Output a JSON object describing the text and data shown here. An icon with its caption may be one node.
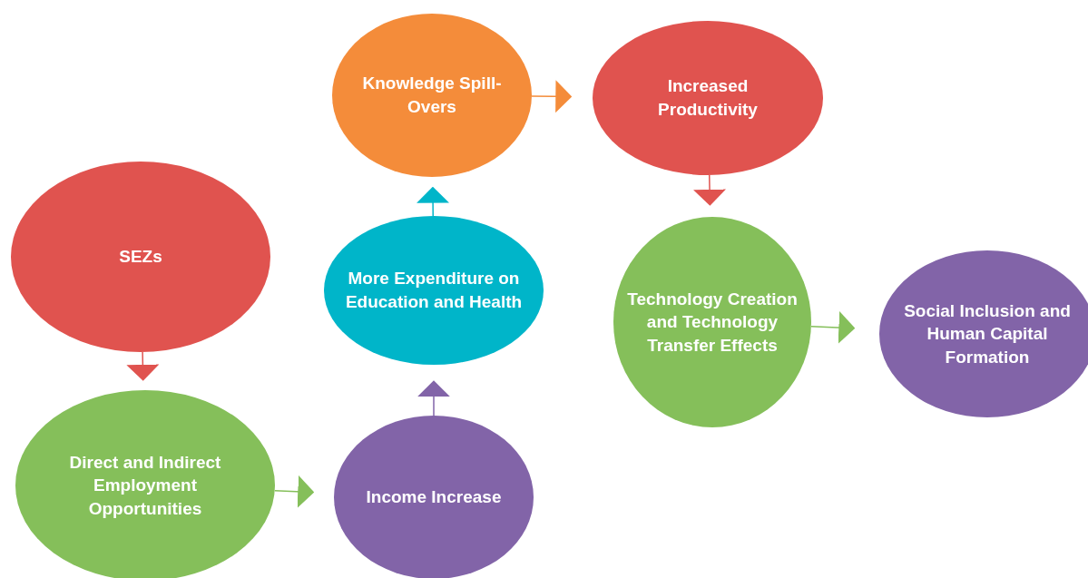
{
  "diagram": {
    "nodes": [
      {
        "text": [
          "SEZs"
        ]
      },
      {
        "text": [
          "Direct and Indirect Employment Opportunities"
        ]
      },
      {
        "text": [
          "Income Increase"
        ]
      },
      {
        "text": [
          "More Expenditure on Education and Health"
        ]
      },
      {
        "text": [
          "Knowledge Spill-Overs"
        ]
      },
      {
        "text": [
          "Increased Productivity"
        ]
      },
      {
        "text": [
          "Technology Creation and Technology Transfer Effects"
        ]
      },
      {
        "text": [
          "Social Inclusion and Human Capital Formation"
        ]
      }
    ],
    "edges": [
      {
        "from": 0,
        "to": 1,
        "arrow": "to",
        "color": "#e0534f"
      },
      {
        "from": 1,
        "to": 2,
        "arrow": "to",
        "color": "#85bf5a"
      },
      {
        "from": 2,
        "to": 3,
        "arrow": "to",
        "color": "#8264a8"
      },
      {
        "from": 3,
        "to": 4,
        "arrow": "to",
        "color": "#00b5c9"
      },
      {
        "from": 4,
        "to": 5,
        "arrow": "to",
        "color": "#f48c3a"
      },
      {
        "from": 5,
        "to": 6,
        "arrow": "to",
        "color": "#e0534f"
      },
      {
        "from": 6,
        "to": 7,
        "arrow": "to",
        "color": "#85bf5a"
      }
    ]
  }
}
